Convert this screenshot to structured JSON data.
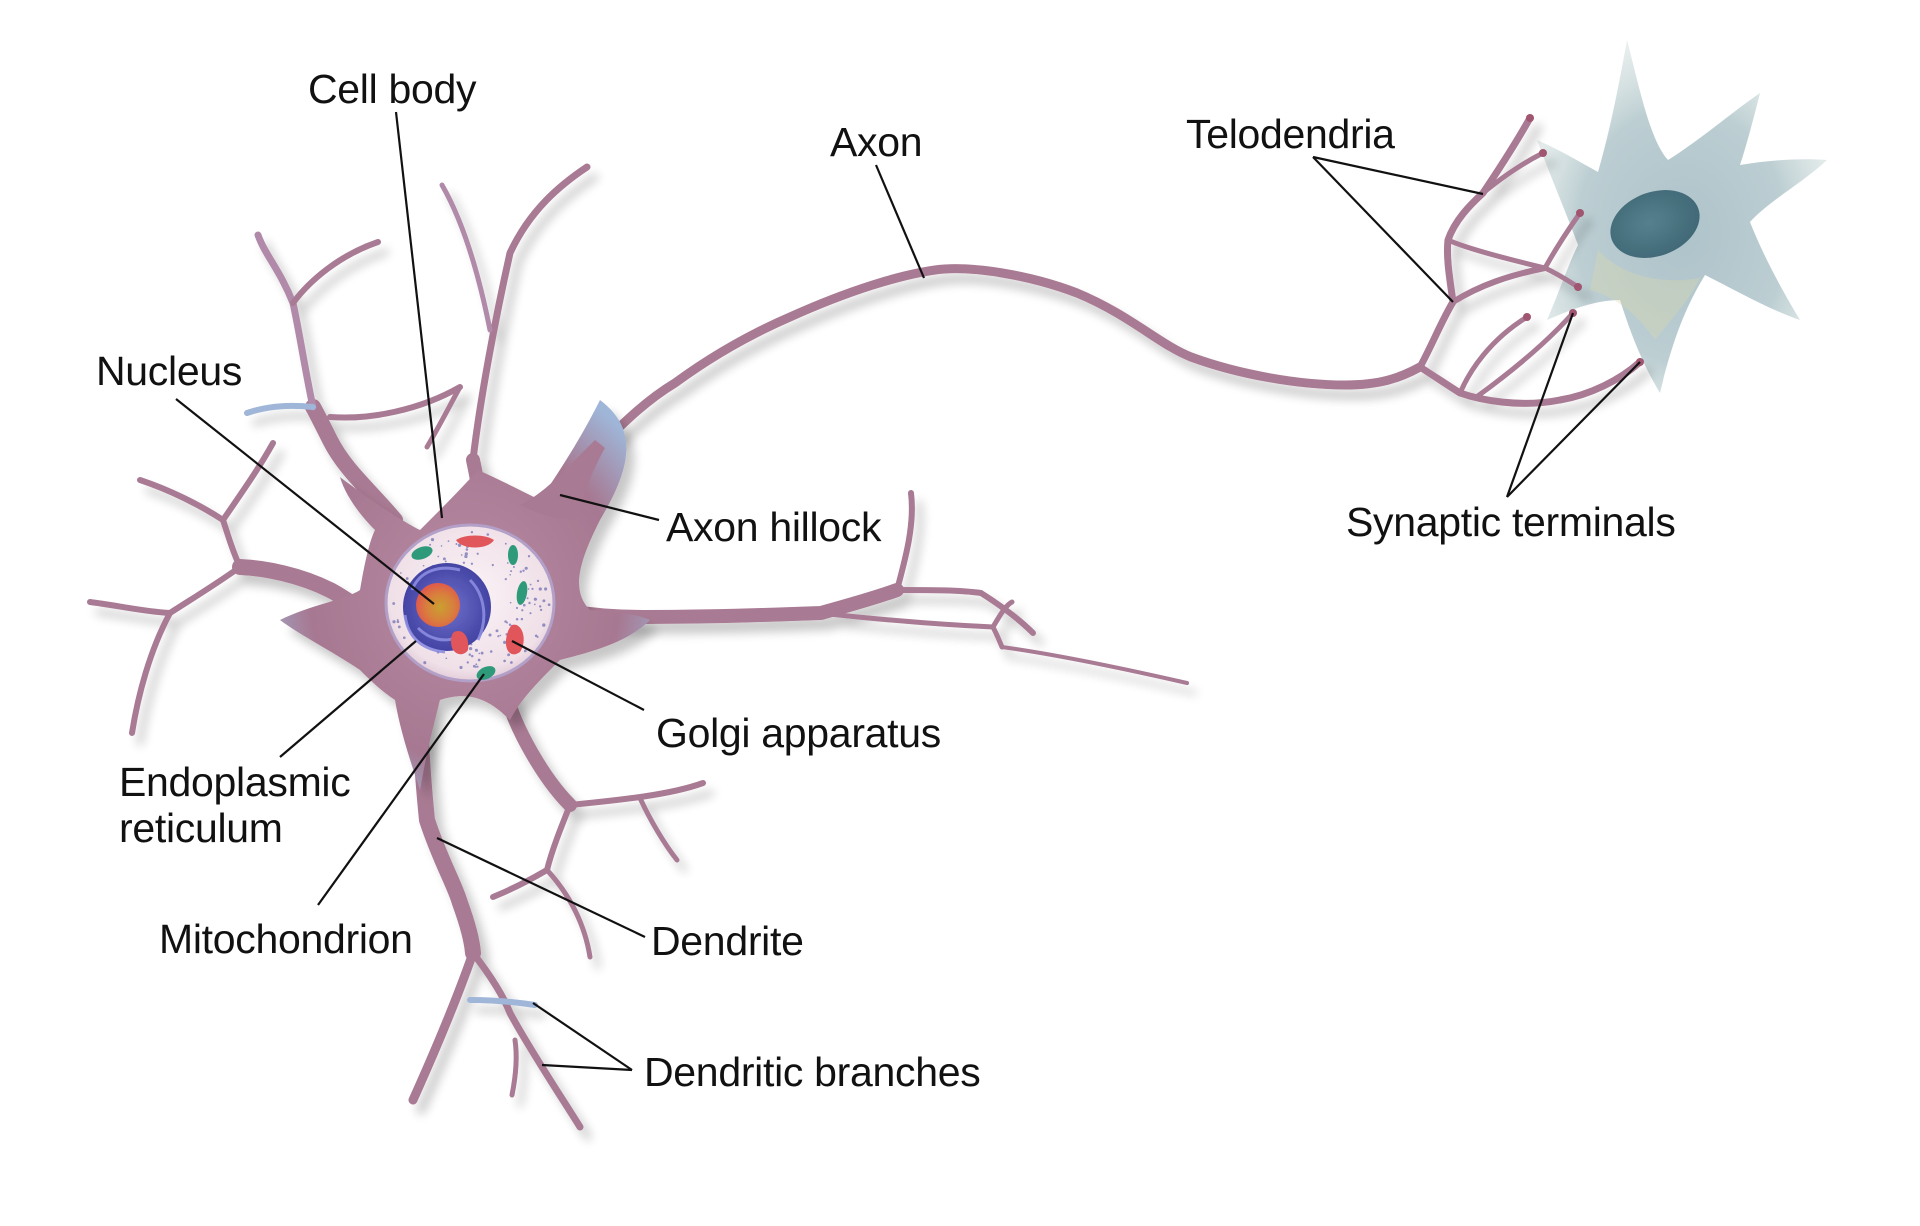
{
  "diagram": {
    "title": "Neuron anatomy",
    "colors": {
      "background": "#ffffff",
      "neuron_body": "#a97a93",
      "neuron_dark": "#8c5f78",
      "neuron_highlight": "#c7a4bb",
      "membrane_blue": "#a9c6e2",
      "cytoplasm": "#f3e6ec",
      "nucleus_envelope": "#5555b5",
      "nucleolus_outer": "#e0604a",
      "nucleolus_inner": "#c99a2e",
      "mitochondrion": "#2f9a7a",
      "golgi": "#e0575a",
      "target_neuron_body": "#b8ccd2",
      "target_neuron_tint": "#d9d6a6",
      "target_nucleus": "#3f6a78",
      "leader_line": "#111111",
      "label_text": "#111111"
    },
    "labels": [
      {
        "id": "cell-body",
        "text": "Cell body"
      },
      {
        "id": "axon",
        "text": "Axon"
      },
      {
        "id": "telodendria",
        "text": "Telodendria"
      },
      {
        "id": "nucleus",
        "text": "Nucleus"
      },
      {
        "id": "axon-hillock",
        "text": "Axon hillock"
      },
      {
        "id": "synaptic-terminals",
        "text": "Synaptic terminals"
      },
      {
        "id": "golgi-apparatus",
        "text": "Golgi apparatus"
      },
      {
        "id": "endoplasmic-reticulum",
        "text": "Endoplasmic\nreticulum"
      },
      {
        "id": "mitochondrion",
        "text": "Mitochondrion"
      },
      {
        "id": "dendrite",
        "text": "Dendrite"
      },
      {
        "id": "dendritic-branches",
        "text": "Dendritic branches"
      }
    ]
  }
}
